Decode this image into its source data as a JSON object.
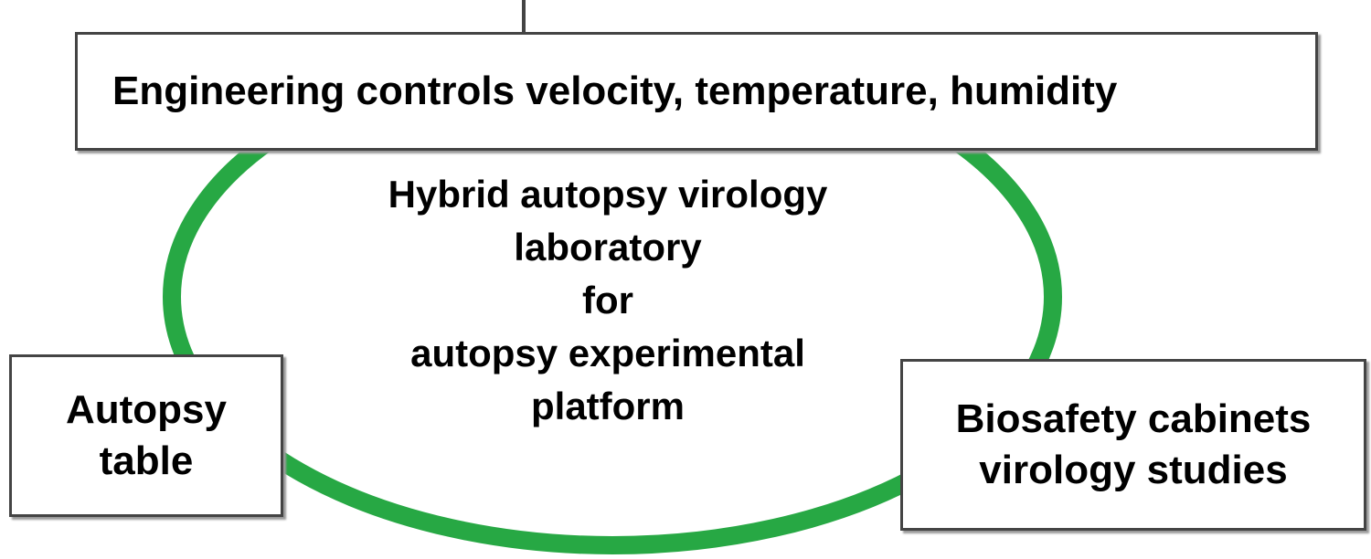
{
  "top_box": "Engineering controls velocity, temperature, humidity",
  "center_text": [
    "Hybrid autopsy virology",
    "laboratory",
    "for",
    "autopsy experimental",
    "platform"
  ],
  "left_box": [
    "Autopsy",
    "table"
  ],
  "right_box": [
    "Biosafety cabinets",
    "virology studies"
  ],
  "colors": {
    "ring": "#27a844",
    "border": "#444444"
  }
}
